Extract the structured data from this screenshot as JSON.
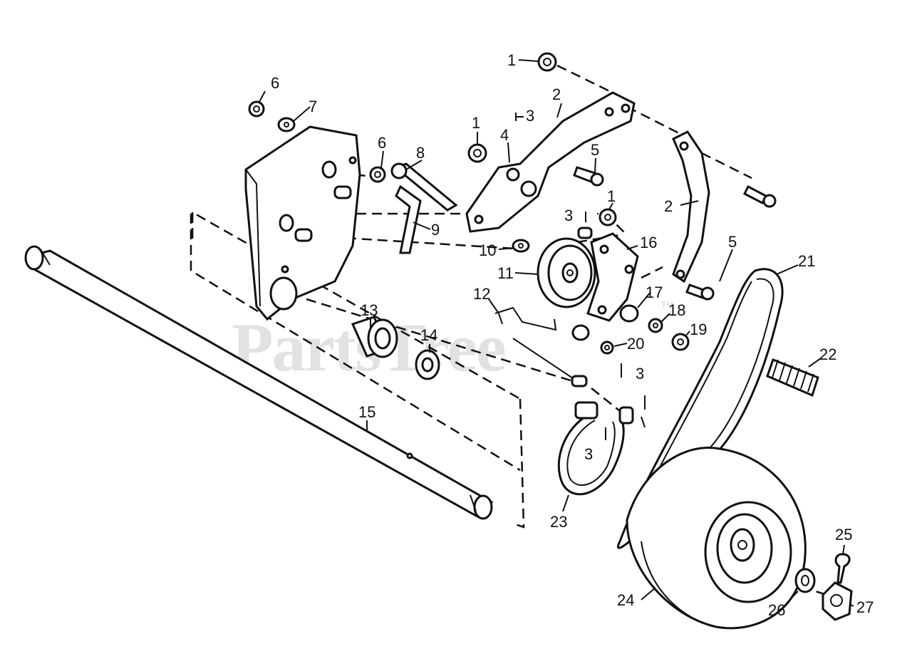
{
  "watermark": {
    "text": "PartsTree",
    "trademark": "TM"
  },
  "callouts": {
    "p1a": "1",
    "p1b": "1",
    "p1c": "1",
    "p2a": "2",
    "p2b": "2",
    "p3a": "3",
    "p3b": "3",
    "p3c": "3",
    "p3d": "3",
    "p4": "4",
    "p5a": "5",
    "p5b": "5",
    "p6a": "6",
    "p6b": "6",
    "p7": "7",
    "p8": "8",
    "p9": "9",
    "p10": "10",
    "p11": "11",
    "p12": "12",
    "p13": "13",
    "p14": "14",
    "p15": "15",
    "p16": "16",
    "p17": "17",
    "p18": "18",
    "p19": "19",
    "p20": "20",
    "p21": "21",
    "p22": "22",
    "p23": "23",
    "p24": "24",
    "p25": "25",
    "p26": "26",
    "p27": "27"
  }
}
